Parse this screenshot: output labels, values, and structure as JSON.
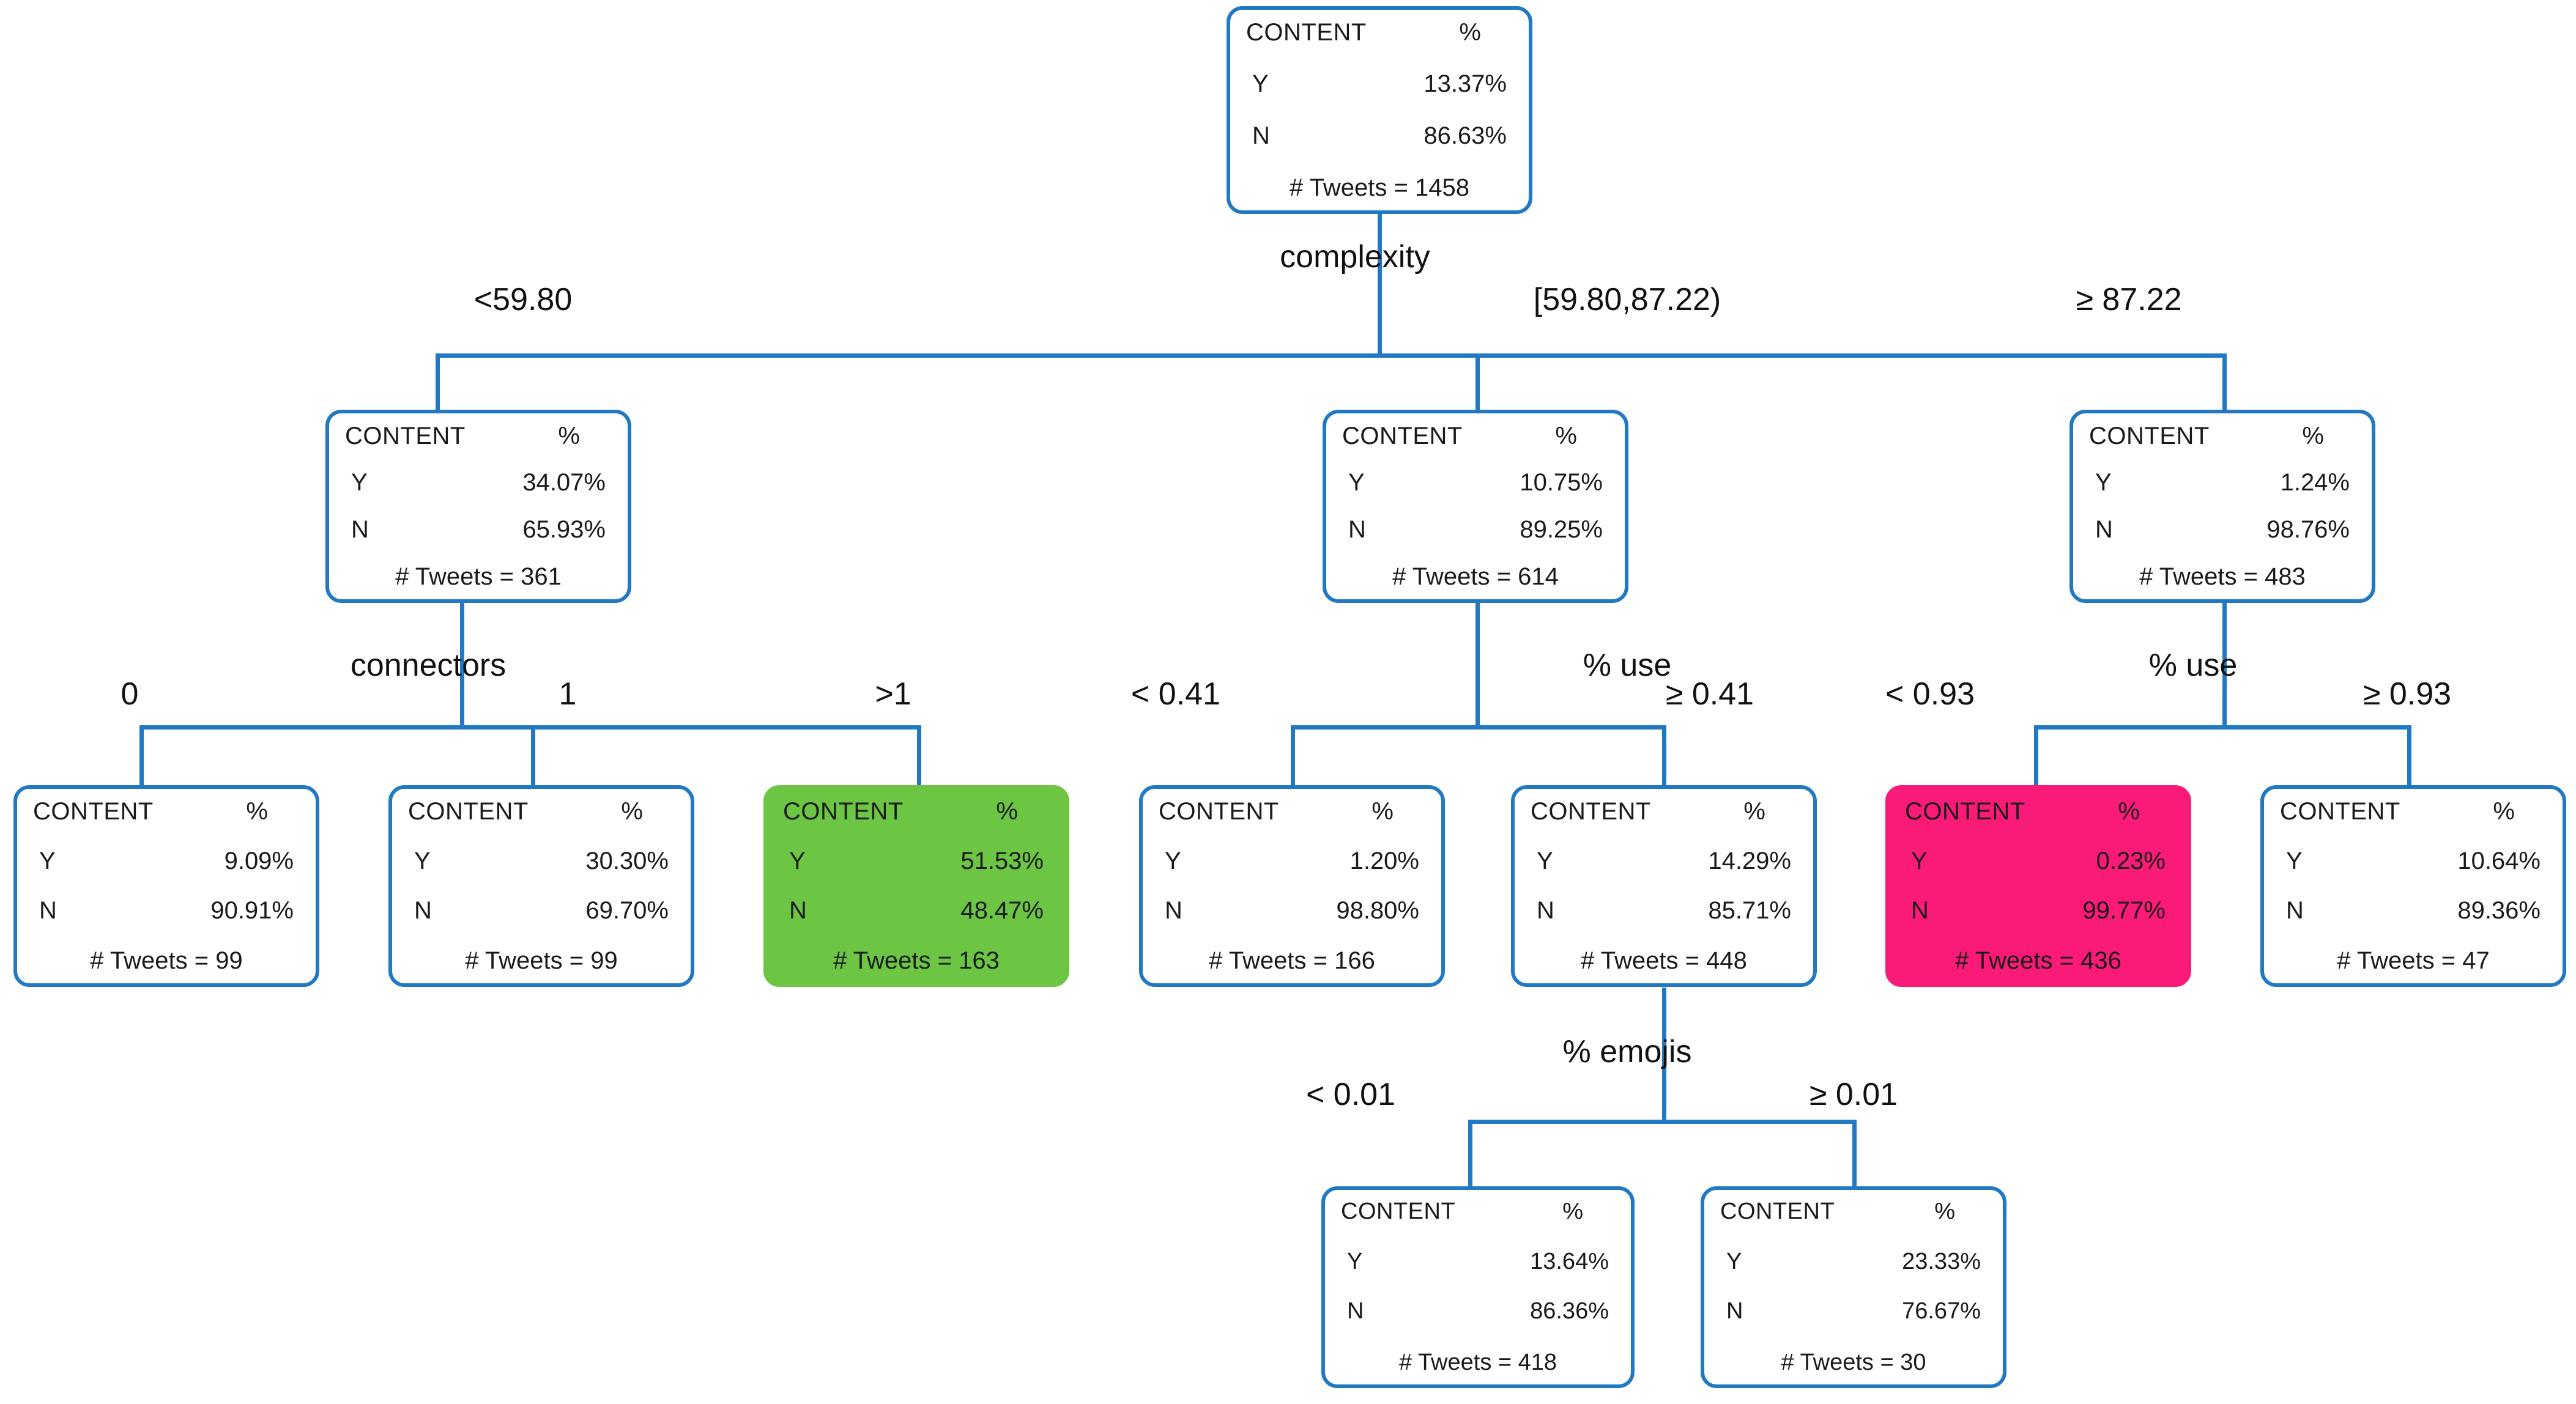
{
  "diagram": {
    "title": "Decision tree for tweet CONTENT classification",
    "colors": {
      "line": "#2079C2",
      "box_border": "#2079C2",
      "highlight_green": "#6CC644",
      "highlight_pink": "#FA1A78",
      "text": "#111111",
      "background": "#FFFFFF"
    },
    "node_labels": {
      "col_class": "CONTENT",
      "col_pct": "%",
      "class_yes": "Y",
      "class_no": "N"
    }
  },
  "nodes": {
    "root": {
      "header_left": "CONTENT",
      "header_right": "%",
      "y_label": "Y",
      "y_value": "13.37%",
      "n_label": "N",
      "n_value": "86.63%",
      "total": "# Tweets = 1458"
    },
    "l2_left": {
      "header_left": "CONTENT",
      "header_right": "%",
      "y_label": "Y",
      "y_value": "34.07%",
      "n_label": "N",
      "n_value": "65.93%",
      "total": "# Tweets = 361"
    },
    "l2_mid": {
      "header_left": "CONTENT",
      "header_right": "%",
      "y_label": "Y",
      "y_value": "10.75%",
      "n_label": "N",
      "n_value": "89.25%",
      "total": "# Tweets = 614"
    },
    "l2_right": {
      "header_left": "CONTENT",
      "header_right": "%",
      "y_label": "Y",
      "y_value": "1.24%",
      "n_label": "N",
      "n_value": "98.76%",
      "total": "# Tweets = 483"
    },
    "l3_a": {
      "header_left": "CONTENT",
      "header_right": "%",
      "y_label": "Y",
      "y_value": "9.09%",
      "n_label": "N",
      "n_value": "90.91%",
      "total": "# Tweets = 99"
    },
    "l3_b": {
      "header_left": "CONTENT",
      "header_right": "%",
      "y_label": "Y",
      "y_value": "30.30%",
      "n_label": "N",
      "n_value": "69.70%",
      "total": "# Tweets = 99"
    },
    "l3_c": {
      "header_left": "CONTENT",
      "header_right": "%",
      "y_label": "Y",
      "y_value": "51.53%",
      "n_label": "N",
      "n_value": "48.47%",
      "total": "# Tweets = 163"
    },
    "l3_d": {
      "header_left": "CONTENT",
      "header_right": "%",
      "y_label": "Y",
      "y_value": "1.20%",
      "n_label": "N",
      "n_value": "98.80%",
      "total": "# Tweets = 166"
    },
    "l3_e": {
      "header_left": "CONTENT",
      "header_right": "%",
      "y_label": "Y",
      "y_value": "14.29%",
      "n_label": "N",
      "n_value": "85.71%",
      "total": "# Tweets = 448"
    },
    "l3_f": {
      "header_left": "CONTENT",
      "header_right": "%",
      "y_label": "Y",
      "y_value": "0.23%",
      "n_label": "N",
      "n_value": "99.77%",
      "total": "# Tweets = 436"
    },
    "l3_g": {
      "header_left": "CONTENT",
      "header_right": "%",
      "y_label": "Y",
      "y_value": "10.64%",
      "n_label": "N",
      "n_value": "89.36%",
      "total": "# Tweets = 47"
    },
    "l4_a": {
      "header_left": "CONTENT",
      "header_right": "%",
      "y_label": "Y",
      "y_value": "13.64%",
      "n_label": "N",
      "n_value": "86.36%",
      "total": "# Tweets = 418"
    },
    "l4_b": {
      "header_left": "CONTENT",
      "header_right": "%",
      "y_label": "Y",
      "y_value": "23.33%",
      "n_label": "N",
      "n_value": "76.67%",
      "total": "# Tweets = 30"
    }
  },
  "splits": {
    "root_split": {
      "variable": "complexity",
      "branches": [
        "<59.80",
        "[59.80,87.22)",
        "≥ 87.22"
      ]
    },
    "left_split": {
      "variable": "connectors",
      "branches": [
        "0",
        "1",
        ">1"
      ]
    },
    "mid_split": {
      "variable": "% use",
      "branches": [
        "< 0.41",
        "≥ 0.41"
      ]
    },
    "right_split": {
      "variable": "% use",
      "branches": [
        "< 0.93",
        "≥ 0.93"
      ]
    },
    "emoji_split": {
      "variable": "% emojis",
      "branches": [
        "< 0.01",
        "≥ 0.01"
      ]
    }
  },
  "chart_data": {
    "type": "tree",
    "title": "Decision tree predicting tweet CONTENT (Y/N)",
    "root_sample": 1458,
    "tree": [
      {
        "id": "root",
        "depth": 0,
        "split_var": "complexity",
        "y_pct": 13.37,
        "n_pct": 86.63,
        "n_tweets": 1458
      },
      {
        "id": "l2_left",
        "depth": 1,
        "parent": "root",
        "branch": "<59.80",
        "split_var": "connectors",
        "y_pct": 34.07,
        "n_pct": 65.93,
        "n_tweets": 361
      },
      {
        "id": "l2_mid",
        "depth": 1,
        "parent": "root",
        "branch": "[59.80,87.22)",
        "split_var": "% use",
        "y_pct": 10.75,
        "n_pct": 89.25,
        "n_tweets": 614
      },
      {
        "id": "l2_right",
        "depth": 1,
        "parent": "root",
        "branch": "≥ 87.22",
        "split_var": "% use",
        "y_pct": 1.24,
        "n_pct": 98.76,
        "n_tweets": 483
      },
      {
        "id": "l3_a",
        "depth": 2,
        "parent": "l2_left",
        "branch": "0",
        "y_pct": 9.09,
        "n_pct": 90.91,
        "n_tweets": 99,
        "leaf": true
      },
      {
        "id": "l3_b",
        "depth": 2,
        "parent": "l2_left",
        "branch": "1",
        "y_pct": 30.3,
        "n_pct": 69.7,
        "n_tweets": 99,
        "leaf": true
      },
      {
        "id": "l3_c",
        "depth": 2,
        "parent": "l2_left",
        "branch": ">1",
        "y_pct": 51.53,
        "n_pct": 48.47,
        "n_tweets": 163,
        "leaf": true,
        "highlight": "green"
      },
      {
        "id": "l3_d",
        "depth": 2,
        "parent": "l2_mid",
        "branch": "< 0.41",
        "y_pct": 1.2,
        "n_pct": 98.8,
        "n_tweets": 166,
        "leaf": true
      },
      {
        "id": "l3_e",
        "depth": 2,
        "parent": "l2_mid",
        "branch": "≥ 0.41",
        "split_var": "% emojis",
        "y_pct": 14.29,
        "n_pct": 85.71,
        "n_tweets": 448
      },
      {
        "id": "l3_f",
        "depth": 2,
        "parent": "l2_right",
        "branch": "< 0.93",
        "y_pct": 0.23,
        "n_pct": 99.77,
        "n_tweets": 436,
        "leaf": true,
        "highlight": "pink"
      },
      {
        "id": "l3_g",
        "depth": 2,
        "parent": "l2_right",
        "branch": "≥ 0.93",
        "y_pct": 10.64,
        "n_pct": 89.36,
        "n_tweets": 47,
        "leaf": true
      },
      {
        "id": "l4_a",
        "depth": 3,
        "parent": "l3_e",
        "branch": "< 0.01",
        "y_pct": 13.64,
        "n_pct": 86.36,
        "n_tweets": 418,
        "leaf": true
      },
      {
        "id": "l4_b",
        "depth": 3,
        "parent": "l3_e",
        "branch": "≥ 0.01",
        "y_pct": 23.33,
        "n_pct": 76.67,
        "n_tweets": 30,
        "leaf": true
      }
    ]
  }
}
